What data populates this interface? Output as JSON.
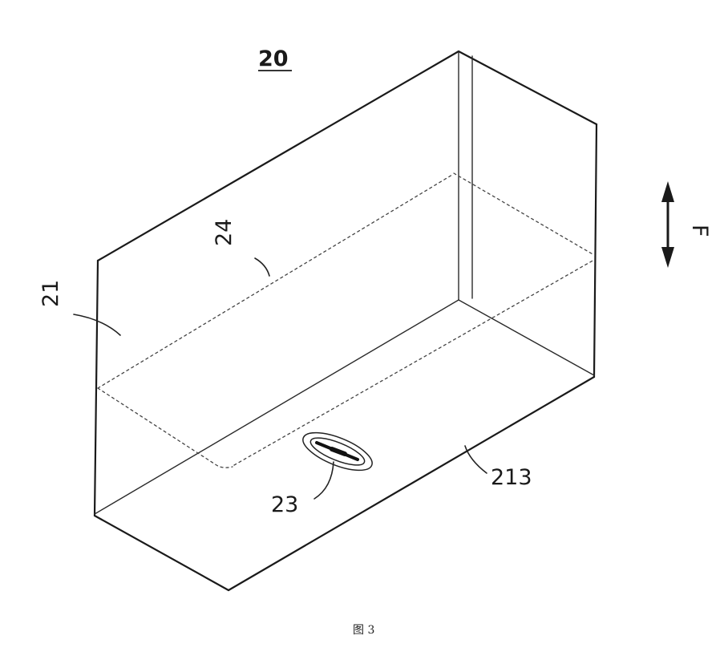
{
  "figure": {
    "reference_label": "20",
    "caption": "图 3",
    "callouts": {
      "wall": "21",
      "liquid_line": "24",
      "outlet": "23",
      "bottom": "213",
      "direction": "F"
    }
  }
}
